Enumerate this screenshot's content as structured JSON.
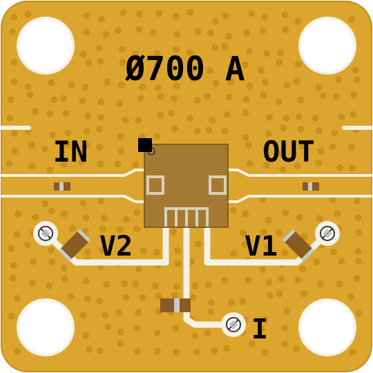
{
  "board": {
    "part_label": "Ø700 A",
    "input_label": "IN",
    "output_label": "OUT",
    "v2_label": "V2",
    "v1_label": "V1",
    "i_label": "I"
  },
  "colors": {
    "substrate": "#dca52d",
    "substrate_edge": "#c48d18",
    "via_dots": "#c8901c",
    "trace": "#f4f1e6",
    "component_body": "#8a5b22",
    "component_terminal": "#c9c9c9",
    "ic_body": "#a47a33",
    "silkscreen": "#000000"
  }
}
